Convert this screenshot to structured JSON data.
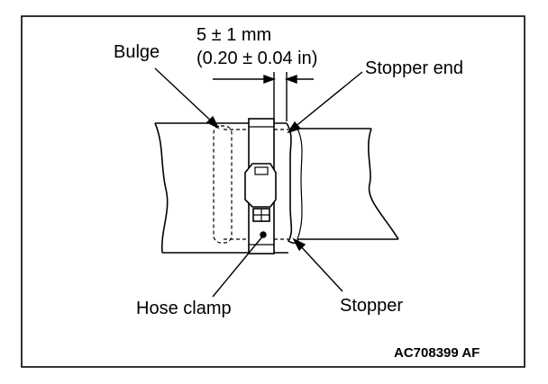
{
  "diagram": {
    "dimension": {
      "metric": "5 ± 1 mm",
      "imperial": "(0.20 ± 0.04 in)"
    },
    "labels": {
      "bulge": "Bulge",
      "stopper_end": "Stopper end",
      "hose_clamp": "Hose clamp",
      "stopper": "Stopper"
    },
    "figure_code": "AC708399 AF"
  }
}
